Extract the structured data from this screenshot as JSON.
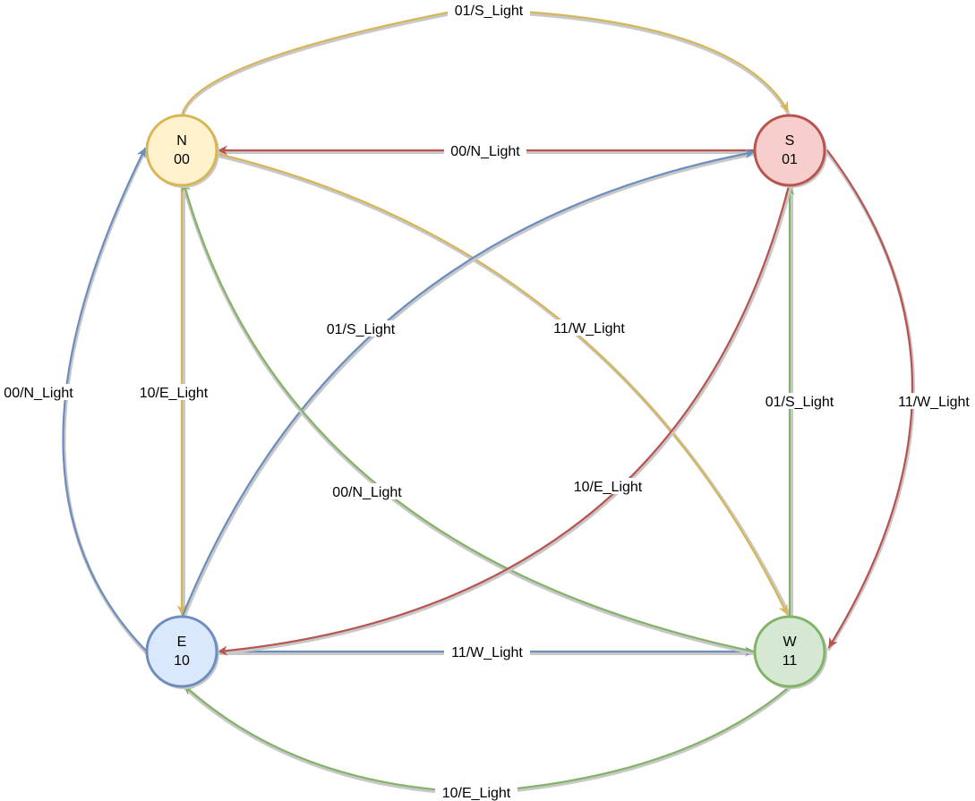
{
  "states": [
    {
      "id": "N",
      "name": "N",
      "code": "00",
      "fill": "#fff2cc",
      "stroke": "#d6b656"
    },
    {
      "id": "S",
      "name": "S",
      "code": "01",
      "fill": "#f8cecc",
      "stroke": "#b85450"
    },
    {
      "id": "E",
      "name": "E",
      "code": "10",
      "fill": "#dae8fc",
      "stroke": "#6c8ebf"
    },
    {
      "id": "W",
      "name": "W",
      "code": "11",
      "fill": "#d5e8d4",
      "stroke": "#82b366"
    }
  ],
  "transitions": [
    {
      "from": "N",
      "to": "S",
      "label": "01/S_Light",
      "color": "#d6b656"
    },
    {
      "from": "S",
      "to": "N",
      "label": "00/N_Light",
      "color": "#b85450"
    },
    {
      "from": "N",
      "to": "E",
      "label": "10/E_Light",
      "color": "#d6b656"
    },
    {
      "from": "N",
      "to": "W",
      "label": "11/W_Light",
      "color": "#d6b656"
    },
    {
      "from": "E",
      "to": "N",
      "label": "00/N_Light",
      "color": "#6c8ebf"
    },
    {
      "from": "E",
      "to": "S",
      "label": "01/S_Light",
      "color": "#6c8ebf"
    },
    {
      "from": "E",
      "to": "W",
      "label": "11/W_Light",
      "color": "#6c8ebf"
    },
    {
      "from": "W",
      "to": "N",
      "label": "00/N_Light",
      "color": "#82b366"
    },
    {
      "from": "W",
      "to": "S",
      "label": "01/S_Light",
      "color": "#82b366"
    },
    {
      "from": "W",
      "to": "E",
      "label": "10/E_Light",
      "color": "#82b366"
    },
    {
      "from": "S",
      "to": "E",
      "label": "10/E_Light",
      "color": "#b85450"
    },
    {
      "from": "S",
      "to": "W",
      "label": "11/W_Light",
      "color": "#b85450"
    }
  ]
}
